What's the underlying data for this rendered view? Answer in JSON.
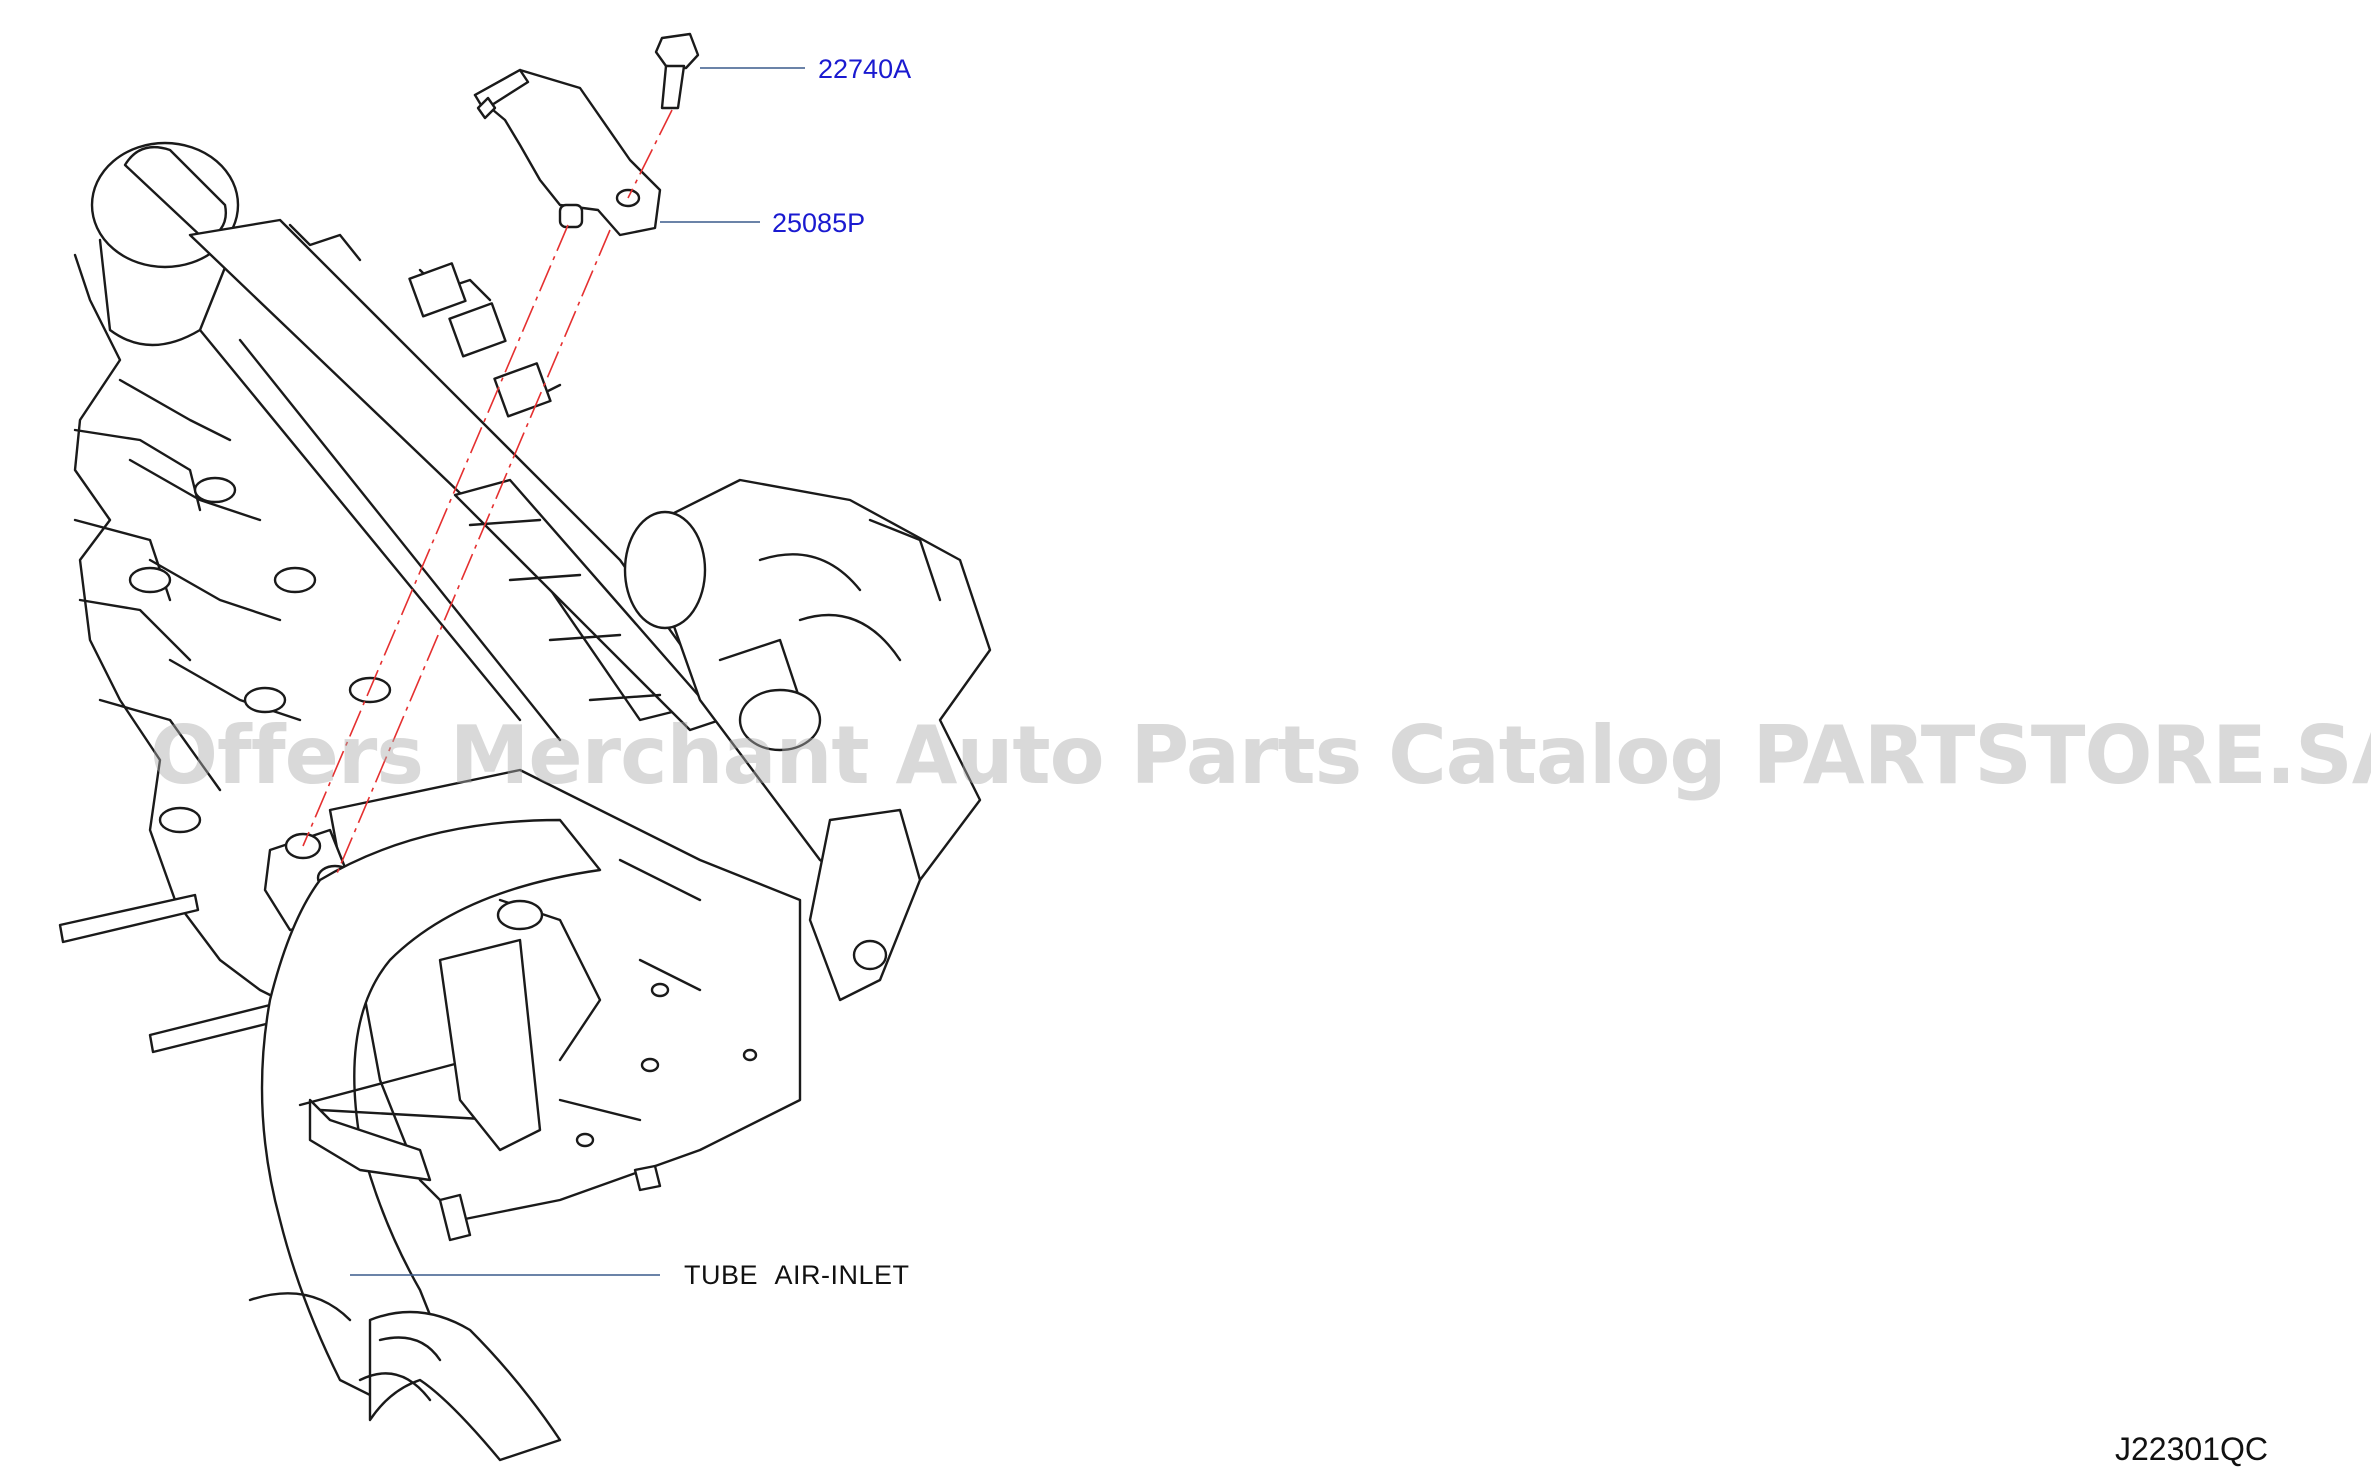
{
  "callouts": {
    "bolt_part_no": "22740A",
    "sensor_part_no": "25085P",
    "tube_label": "TUBE AIR-INLET"
  },
  "figure_code": "J22301QC",
  "watermark": "Offers Merchant Auto Parts Catalog PARTSTORE.SA",
  "colors": {
    "part_number_link": "#1a1ad0",
    "leader_line": "#3a5a8c",
    "centerline": "#e53030"
  }
}
